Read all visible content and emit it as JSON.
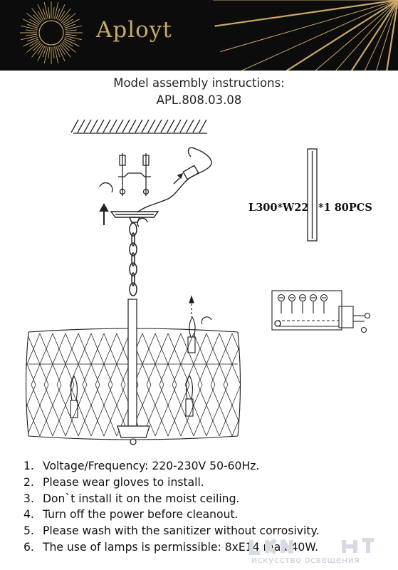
{
  "header": {
    "brand": "Aployt"
  },
  "doc": {
    "title_line1": "Model assembly instructions:",
    "title_line2": "APL.808.03.08"
  },
  "spec": {
    "dimensions": "L300*W22",
    "quantity": "*1  80PCS"
  },
  "instructions": [
    {
      "num": "1.",
      "text": "Voltage/Frequency: 220-230V 50-60Hz."
    },
    {
      "num": "2.",
      "text": "Please wear gloves to install."
    },
    {
      "num": "3.",
      "text": "Don`t install it on the moist ceiling."
    },
    {
      "num": "4.",
      "text": "Turn off the power before cleanout."
    },
    {
      "num": "5.",
      "text": "Please wash with the sanitizer without corrosivity."
    },
    {
      "num": "6.",
      "text": "The use of lamps is permissible: 8xE14 max 40W."
    }
  ],
  "watermark": {
    "text": "искусство освещения"
  },
  "colors": {
    "header_bg": "#0c0c0c",
    "gold": "#c9a86a",
    "ink": "#111111"
  }
}
